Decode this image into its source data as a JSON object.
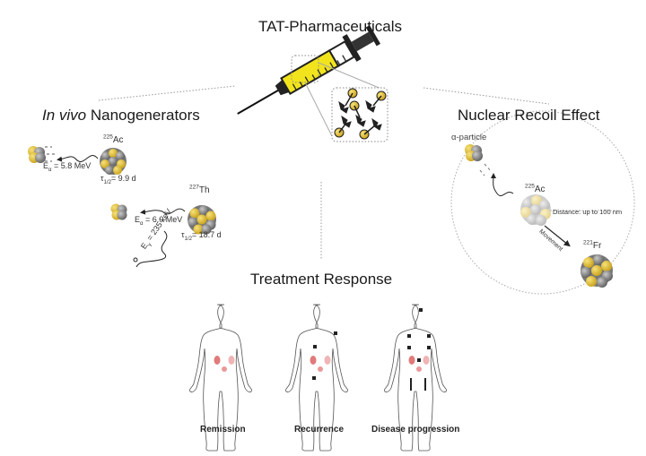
{
  "sections": {
    "top": {
      "title": "TAT-Pharmaceuticals"
    },
    "left": {
      "title_italic": "In vivo",
      "title_rest": " Nanogenerators",
      "decay1": {
        "isotope_mass": "225",
        "isotope_symbol": "Ac",
        "energy_label": "E",
        "energy_sub": "α",
        "energy_value": "= 5.8 MeV",
        "halflife_label": "τ",
        "halflife_sub": "1/2",
        "halflife_value": "= 9.9 d"
      },
      "decay2": {
        "isotope_mass": "227",
        "isotope_symbol": "Th",
        "energy_label": "E",
        "energy_sub": "α",
        "energy_value": "= 6.0 MeV",
        "halflife_label": "τ",
        "halflife_sub": "1/2",
        "halflife_value": "= 18.7 d",
        "gamma_label": "E",
        "gamma_sub": "γ",
        "gamma_value": "= 235 keV"
      }
    },
    "right": {
      "title": "Nuclear Recoil Effect",
      "alpha_label": "α-particle",
      "parent_mass": "225",
      "parent_symbol": "Ac",
      "daughter_mass": "221",
      "daughter_symbol": "Fr",
      "distance_label": "Distance: up to 100 nm",
      "movement_label": "Movement"
    },
    "bottom": {
      "title": "Treatment Response",
      "figures": [
        {
          "caption": "Remission"
        },
        {
          "caption": "Recurrence"
        },
        {
          "caption": "Disease progression"
        }
      ]
    }
  },
  "colors": {
    "gold": "#e8c33a",
    "grey": "#8a8a8a",
    "syringe_fill": "#f2e41c",
    "kidney": "#e58a8a",
    "dark": "#222222"
  }
}
